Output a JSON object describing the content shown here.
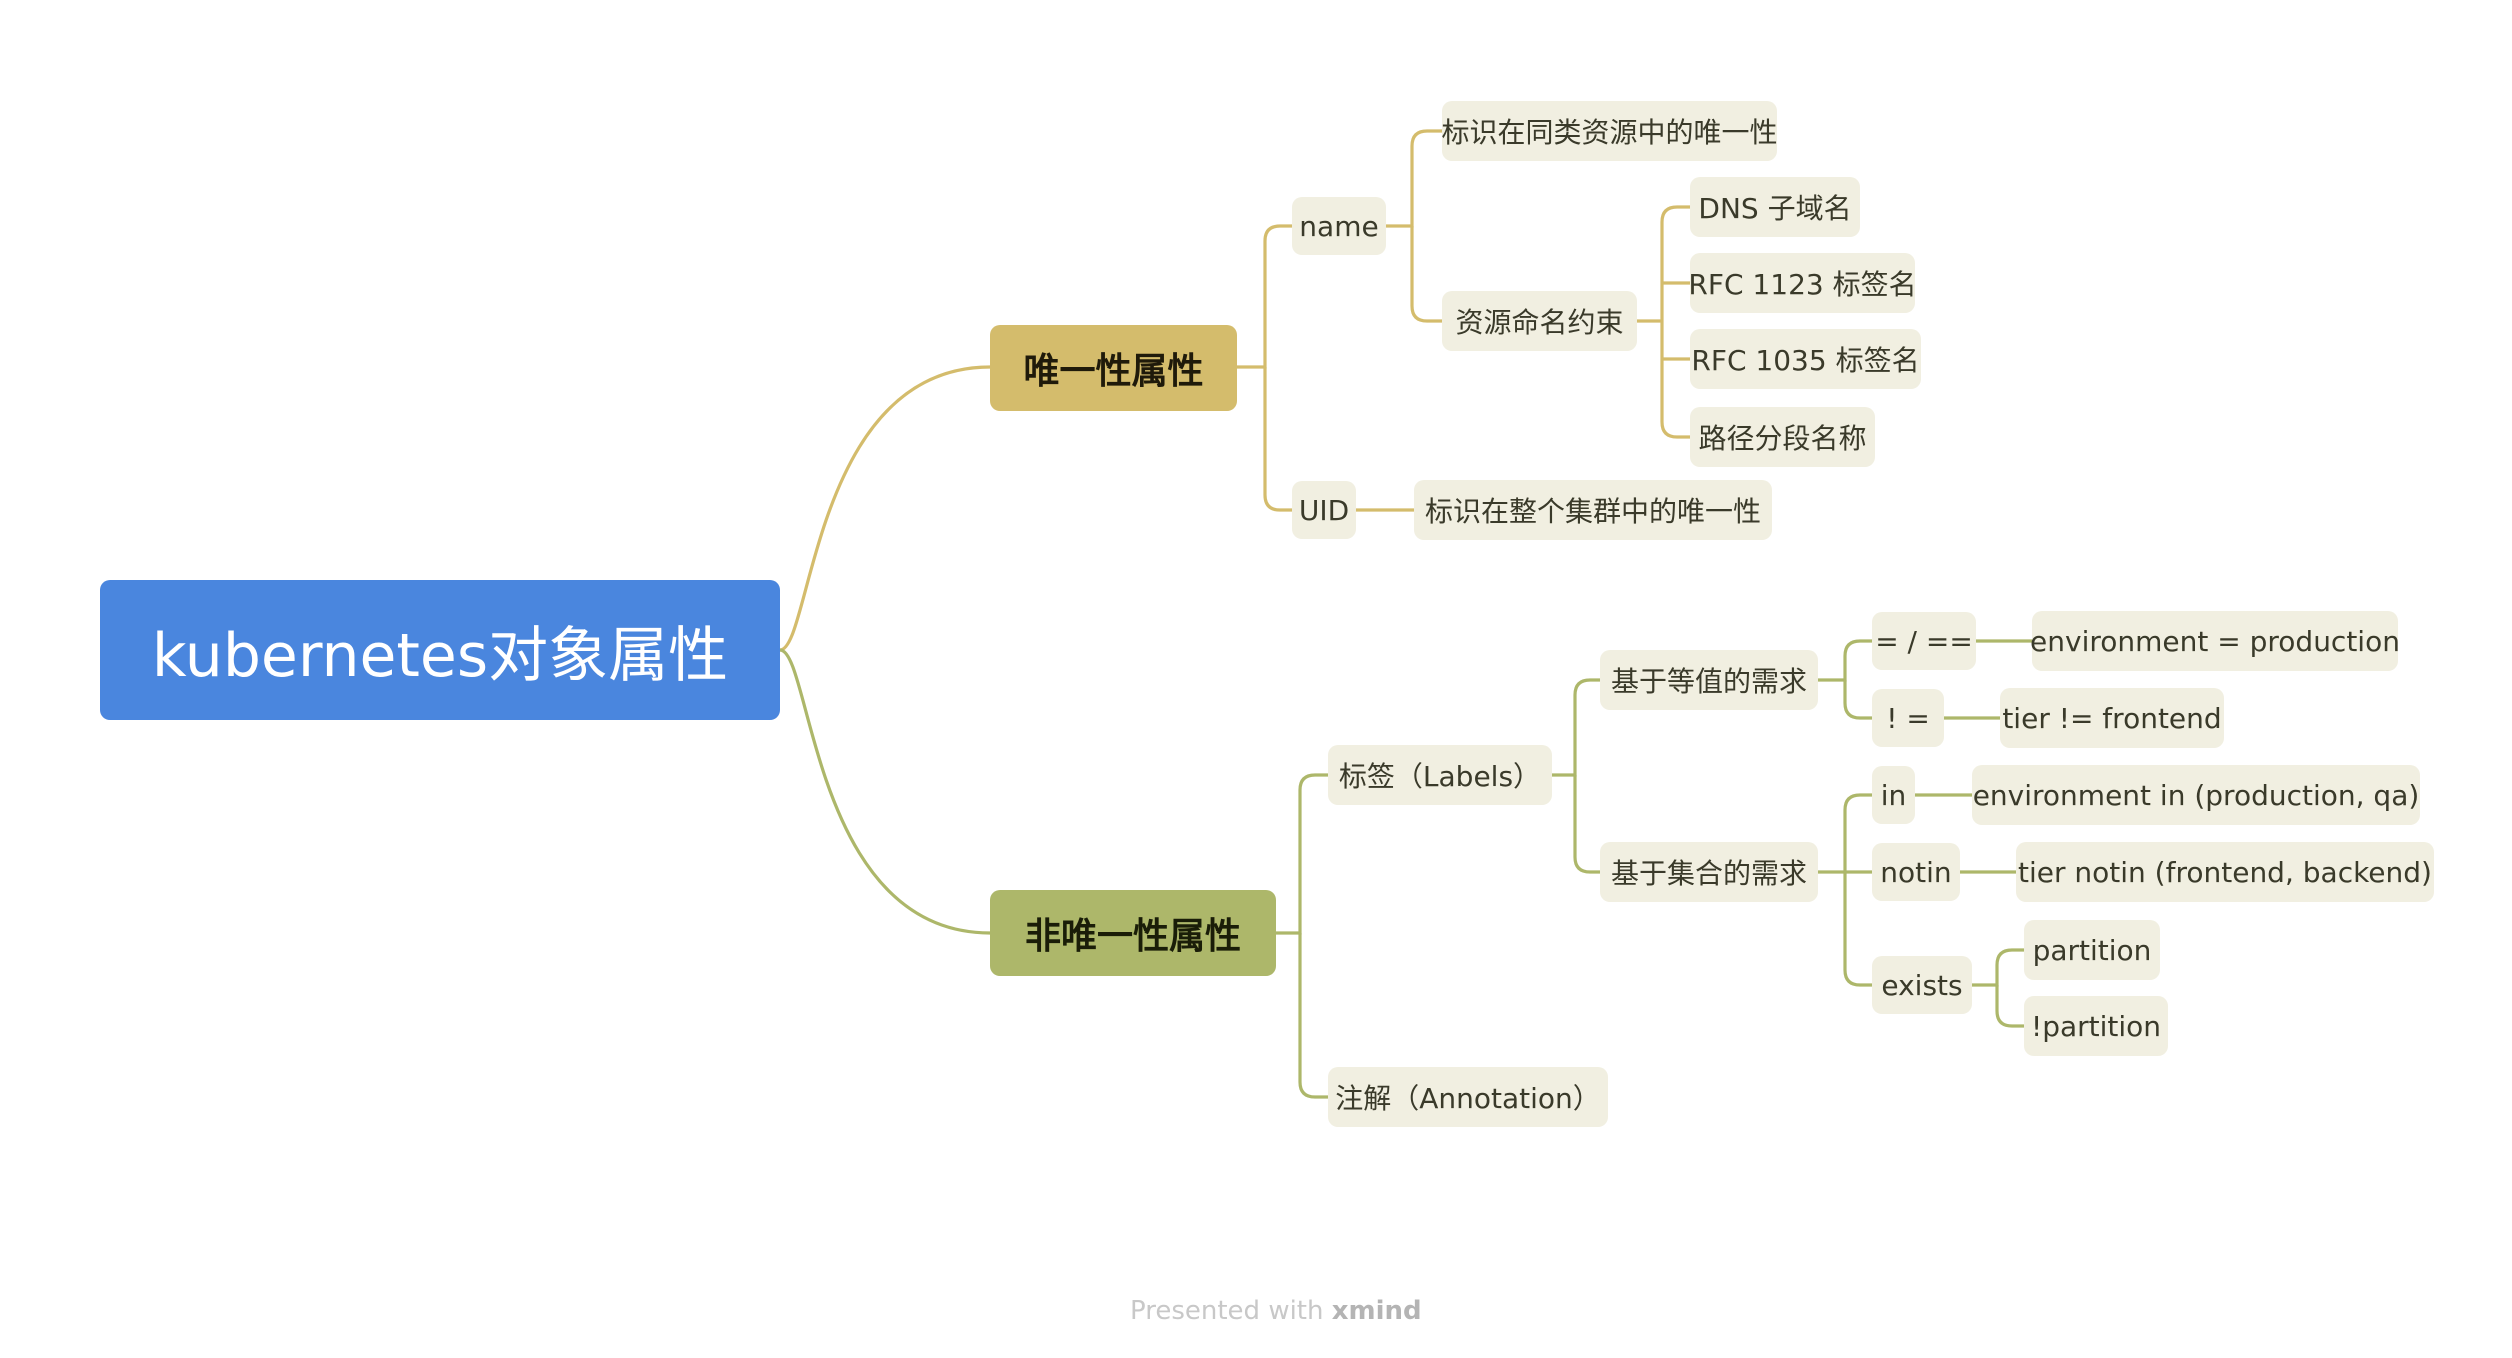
{
  "root": "kubernetes对象属性",
  "branch_unique": {
    "label": "唯一性属性",
    "name": {
      "label": "name",
      "desc": "标识在同类资源中的唯一性",
      "constraint": {
        "label": "资源命名约束",
        "items": [
          "DNS 子域名",
          "RFC 1123 标签名",
          "RFC 1035 标签名",
          "路径分段名称"
        ]
      }
    },
    "uid": {
      "label": "UID",
      "desc": "标识在整个集群中的唯一性"
    }
  },
  "branch_nonunique": {
    "label": "非唯一性属性",
    "labels": {
      "label": "标签（Labels）",
      "equality": {
        "label": "基于等值的需求",
        "ops": [
          {
            "op": "= / ==",
            "example": "environment = production"
          },
          {
            "op": "! =",
            "example": "tier != frontend"
          }
        ]
      },
      "set": {
        "label": "基于集合的需求",
        "in": {
          "op": "in",
          "example": "environment in (production, qa)"
        },
        "notin": {
          "op": "notin",
          "example": "tier notin (frontend, backend)"
        },
        "exists": {
          "op": "exists",
          "examples": [
            "partition",
            "!partition"
          ]
        }
      }
    },
    "annotation": {
      "label": "注解（Annotation）"
    }
  },
  "footer": {
    "prefix": "Presented with",
    "brand": "xmind"
  },
  "colors": {
    "root": "#4a86de",
    "unique_branch": "#d4bc6c",
    "nonunique_branch": "#adb76a",
    "subtopic_bg": "#f1efe1"
  }
}
